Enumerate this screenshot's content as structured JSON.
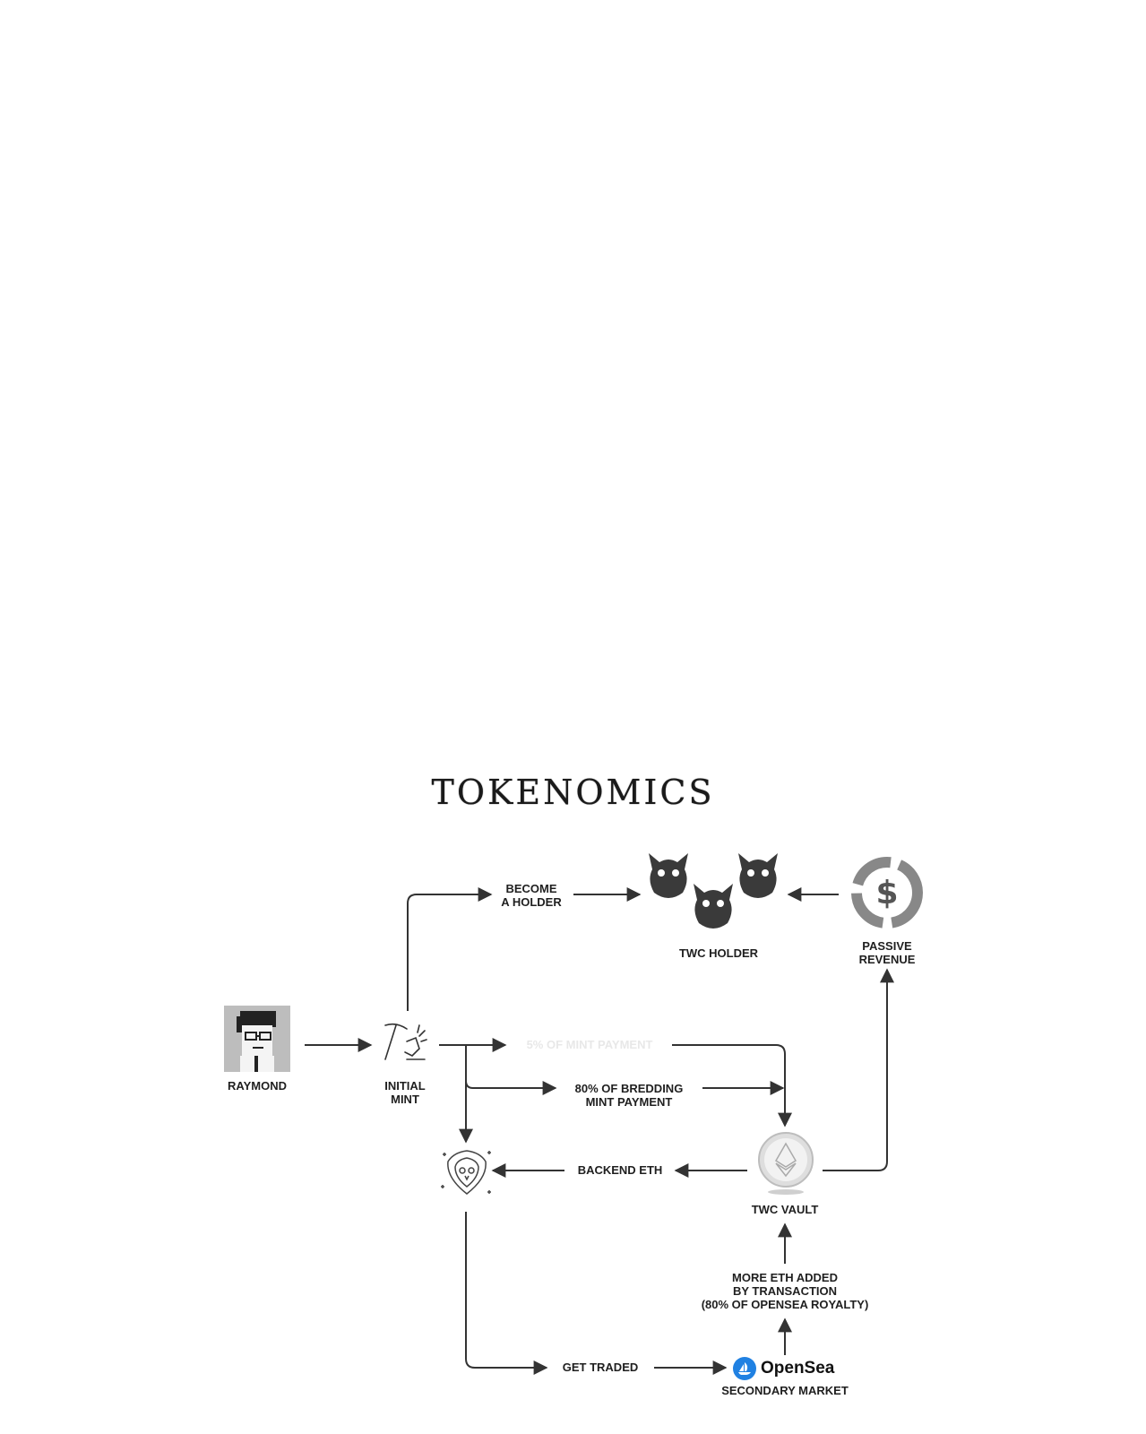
{
  "diagram": {
    "title": "TOKENOMICS",
    "nodes": {
      "raymond": "RAYMOND",
      "initial_mint": "INITIAL\nMINT",
      "twc_holder": "TWC HOLDER",
      "passive_revenue": "PASSIVE\nREVENUE",
      "twc_vault": "TWC VAULT",
      "secondary_market": "SECONDARY MARKET",
      "opensea": "OpenSea"
    },
    "edges": {
      "become_holder": "BECOME\nA HOLDER",
      "mint_payment": "5% OF MINT PAYMENT",
      "breeding_payment": "80% OF BREDDING\nMINT PAYMENT",
      "backend_eth": "BACKEND ETH",
      "get_traded": "GET TRADED",
      "more_eth": "MORE ETH ADDED\nBY TRANSACTION\n(80% OF OPENSEA ROYALTY)"
    },
    "colors": {
      "line": "#333333",
      "opensea_blue": "#2081e2"
    },
    "icons": [
      "pixel-avatar-icon",
      "pickaxe-icon",
      "owl-group-icon",
      "revenue-cycle-icon",
      "owl-shield-icon",
      "ethereum-coin-icon",
      "opensea-logo-icon"
    ]
  }
}
